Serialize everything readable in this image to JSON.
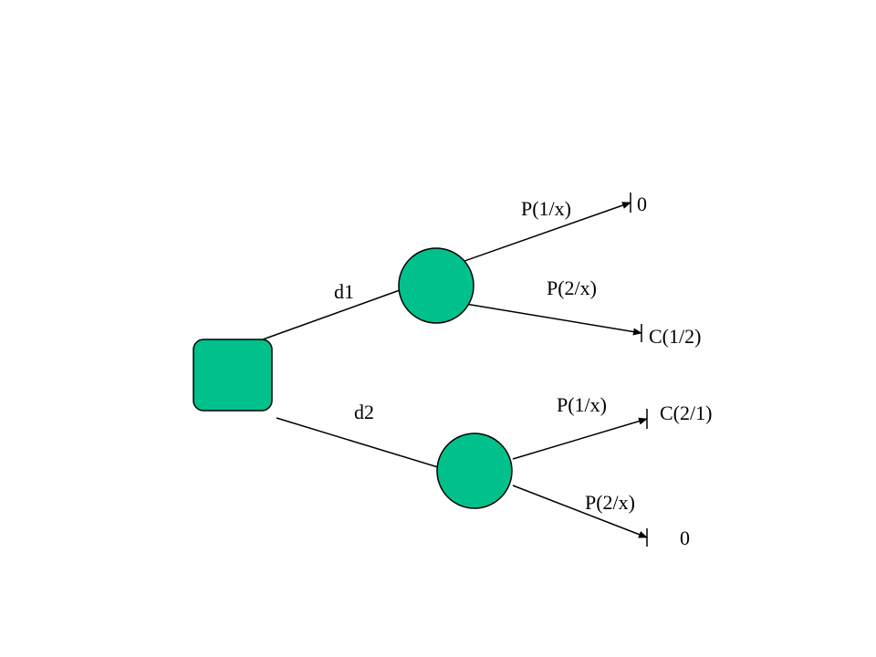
{
  "colors": {
    "node_fill": "#00C08B",
    "line": "#000000",
    "background": "#ffffff"
  },
  "edges": {
    "d1": "d1",
    "d2": "d2",
    "branch_top_1": "P(1/x)",
    "branch_top_2": "P(2/x)",
    "branch_bottom_1": "P(1/x)",
    "branch_bottom_2": "P(2/x)"
  },
  "outcomes": {
    "top_1": "0",
    "top_2": "C(1/2)",
    "bottom_1": "C(2/1)",
    "bottom_2": "0"
  }
}
